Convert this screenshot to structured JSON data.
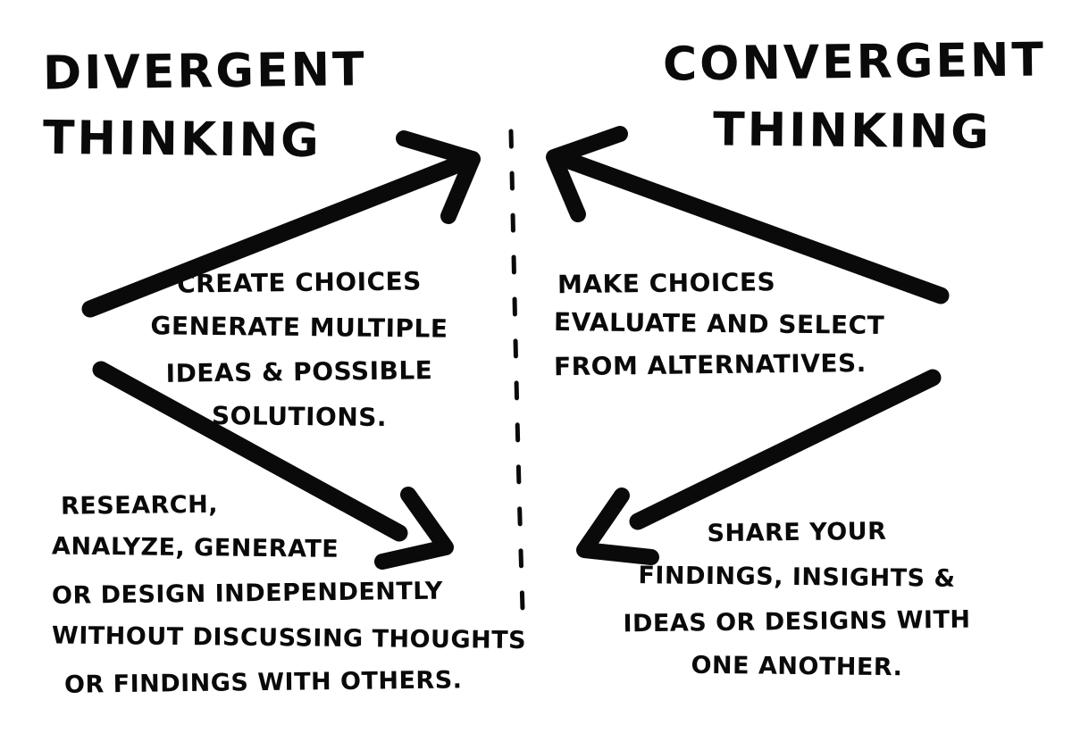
{
  "page": {
    "background": "#ffffff",
    "ink": "#0a0a0a"
  },
  "divergent": {
    "title_lines": [
      "DIVERGENT",
      "THINKING"
    ],
    "upper_note_lines": [
      "CREATE CHOICES",
      "GENERATE MULTIPLE",
      "IDEAS & POSSIBLE",
      "SOLUTIONS."
    ],
    "lower_note_lines": [
      "RESEARCH,",
      "ANALYZE, GENERATE",
      "OR DESIGN INDEPENDENTLY",
      "WITHOUT DISCUSSING THOUGHTS",
      "OR FINDINGS WITH OTHERS."
    ]
  },
  "convergent": {
    "title_lines": [
      "CONVERGENT",
      "THINKING"
    ],
    "upper_note_lines": [
      "MAKE CHOICES",
      "EVALUATE AND SELECT",
      "FROM ALTERNATIVES."
    ],
    "lower_note_lines": [
      "SHARE YOUR",
      "FINDINGS, INSIGHTS &",
      "IDEAS OR DESIGNS WITH",
      "ONE ANOTHER."
    ]
  }
}
